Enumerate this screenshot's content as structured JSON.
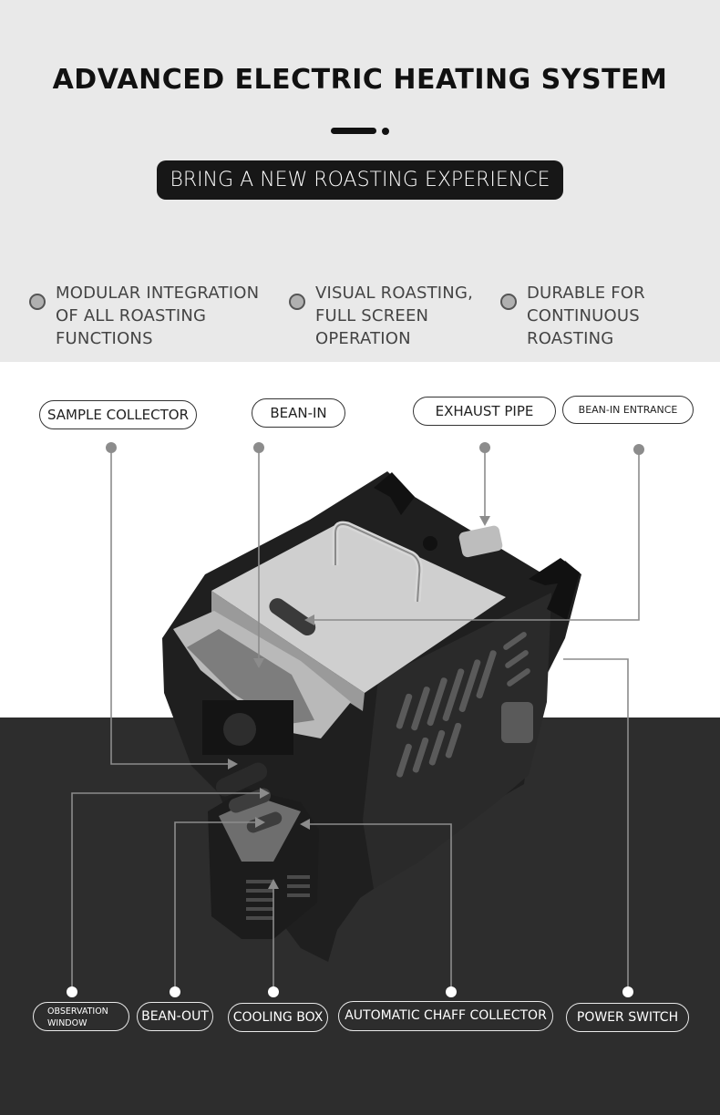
{
  "header": {
    "title": "ADVANCED ELECTRIC HEATING SYSTEM",
    "subtitle": "BRING A NEW ROASTING EXPERIENCE"
  },
  "features": [
    {
      "text": "MODULAR INTEGRATION\nOF ALL ROASTING\nFUNCTIONS"
    },
    {
      "text": "VISUAL ROASTING,\nFULL SCREEN\nOPERATION"
    },
    {
      "text": "DURABLE FOR\nCONTINUOUS\nROASTING"
    }
  ],
  "top_callouts": {
    "sample_collector": "SAMPLE COLLECTOR",
    "bean_in": "BEAN-IN",
    "exhaust_pipe": "EXHAUST PIPE",
    "bean_in_entrance": "BEAN-IN ENTRANCE"
  },
  "bottom_callouts": {
    "observation_window_line1": "OBSERVATION",
    "observation_window_line2": "WINDOW",
    "bean_out": "BEAN-OUT",
    "cooling_box": "COOLING BOX",
    "automatic_chaff_collector": "AUTOMATIC CHAFF COLLECTOR",
    "power_switch": "POWER SWITCH"
  },
  "colors": {
    "top_background": "#e9e9e9",
    "mid_background": "#ffffff",
    "bottom_background": "#2d2d2d",
    "title_color": "#111111",
    "pill_color": "#171717",
    "connector_color": "#8c8c8c"
  }
}
